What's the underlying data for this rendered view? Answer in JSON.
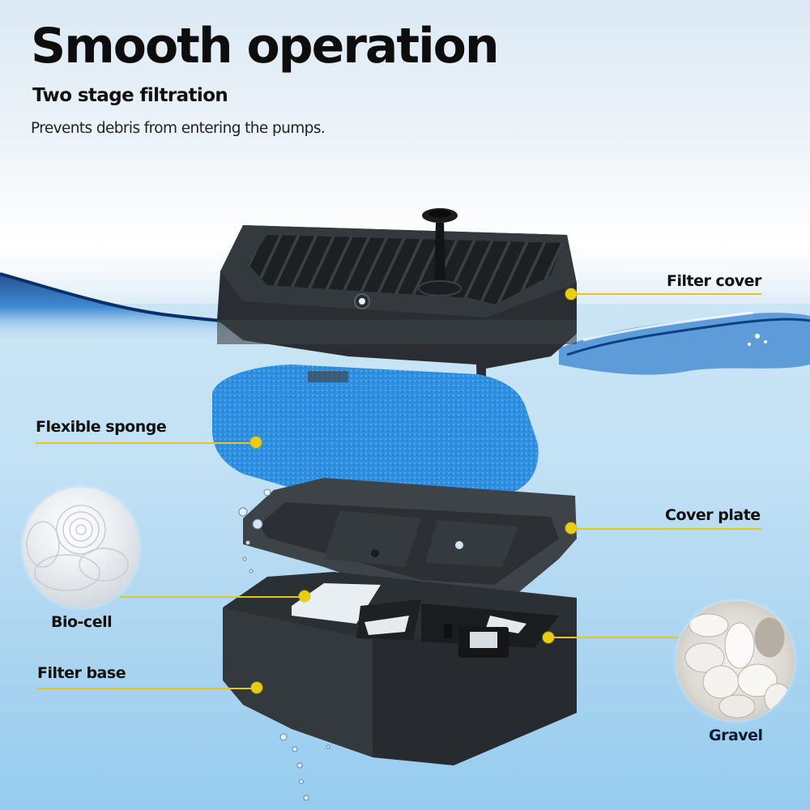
{
  "header": {
    "title": "Smooth operation",
    "subtitle": "Two stage filtration",
    "description": "Prevents debris from entering the pumps."
  },
  "callouts": [
    {
      "id": "filter-cover",
      "label": "Filter cover"
    },
    {
      "id": "flexible-sponge",
      "label": "Flexible sponge"
    },
    {
      "id": "cover-plate",
      "label": "Cover plate"
    },
    {
      "id": "bio-cell",
      "label": "Bio-cell"
    },
    {
      "id": "filter-base",
      "label": "Filter base"
    },
    {
      "id": "gravel",
      "label": "Gravel"
    }
  ],
  "colors": {
    "accent_yellow": "#e9cd14",
    "leader_line": "#e3c819",
    "text_dark": "#111111",
    "water_blue": "#1b5fae",
    "sponge_blue": "#2f8fe0",
    "plastic_dark": "#2e3337"
  }
}
